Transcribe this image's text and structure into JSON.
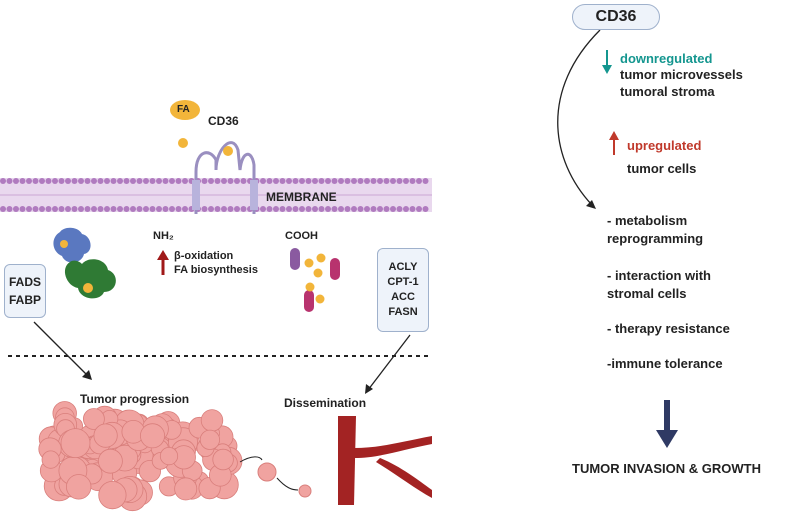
{
  "left": {
    "fa_label": "FA",
    "cd36_label": "CD36",
    "membrane_label": "MEMBRANE",
    "nh2_label": "NH₂",
    "cooh_label": "COOH",
    "beta_oxidation": "β-oxidation",
    "fa_biosynthesis": "FA biosynthesis",
    "fads_box": [
      "FADS",
      "FABP"
    ],
    "enzyme_box": [
      "ACLY",
      "CPT-1",
      "ACC",
      "FASN"
    ],
    "tumor_progression": "Tumor progression",
    "dissemination": "Dissemination"
  },
  "right": {
    "cd36_title": "CD36",
    "downregulated": "downregulated",
    "down_items": [
      "tumor microvessels",
      "tumoral stroma"
    ],
    "upregulated": "upregulated",
    "up_item": "tumor cells",
    "effects": [
      "- metabolism",
      "reprogramming",
      "- interaction with",
      "stromal cells",
      "- therapy resistance",
      "-immune tolerance"
    ],
    "outcome": "TUMOR INVASION & GROWTH"
  },
  "colors": {
    "membrane": "#b07bbf",
    "fa_dot": "#f2b53a",
    "teal": "#14968f",
    "red": "#c0392b",
    "dark_arrow": "#2f3a64",
    "vessel": "#a32323",
    "tumor": "#f0a3a0"
  }
}
